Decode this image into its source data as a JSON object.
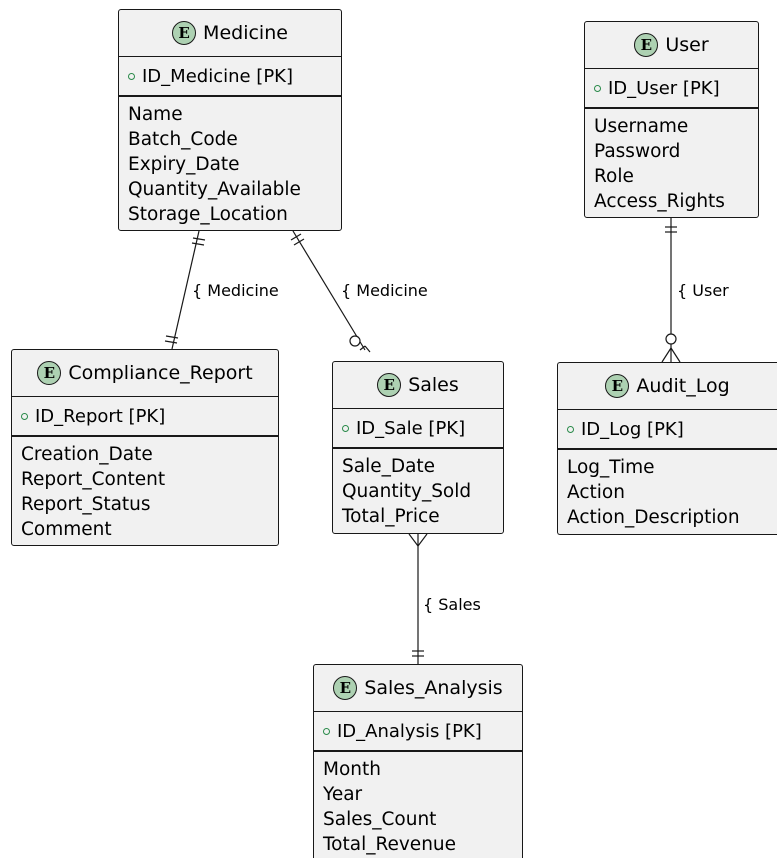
{
  "entities": {
    "medicine": {
      "badge": "E",
      "name": "Medicine",
      "pk": "ID_Medicine [PK]",
      "fields": [
        "Name",
        "Batch_Code",
        "Expiry_Date",
        "Quantity_Available",
        "Storage_Location"
      ]
    },
    "user": {
      "badge": "E",
      "name": "User",
      "pk": "ID_User [PK]",
      "fields": [
        "Username",
        "Password",
        "Role",
        "Access_Rights"
      ]
    },
    "compliance_report": {
      "badge": "E",
      "name": "Compliance_Report",
      "pk": "ID_Report [PK]",
      "fields": [
        "Creation_Date",
        "Report_Content",
        "Report_Status",
        "Comment"
      ]
    },
    "sales": {
      "badge": "E",
      "name": "Sales",
      "pk": "ID_Sale [PK]",
      "fields": [
        "Sale_Date",
        "Quantity_Sold",
        "Total_Price"
      ]
    },
    "audit_log": {
      "badge": "E",
      "name": "Audit_Log",
      "pk": "ID_Log [PK]",
      "fields": [
        "Log_Time",
        "Action",
        "Action_Description"
      ]
    },
    "sales_analysis": {
      "badge": "E",
      "name": "Sales_Analysis",
      "pk": "ID_Analysis [PK]",
      "fields": [
        "Month",
        "Year",
        "Sales_Count",
        "Total_Revenue"
      ]
    }
  },
  "relationships": {
    "medicine_compliance": {
      "label": "{ Medicine"
    },
    "medicine_sales": {
      "label": "{ Medicine"
    },
    "user_audit": {
      "label": "{ User"
    },
    "sales_analysis": {
      "label": "{ Sales"
    }
  },
  "colors": {
    "badge_fill": "#add1b2",
    "entity_fill": "#f1f1f1",
    "border": "#181818",
    "pk_marker": "#2a8a4a"
  }
}
